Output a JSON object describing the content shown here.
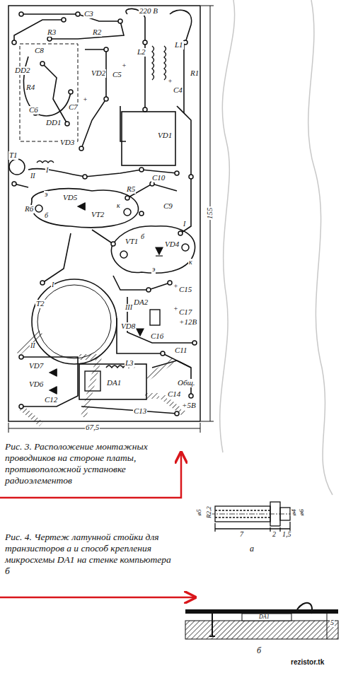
{
  "diagram": {
    "labels": [
      "R3",
      "C3",
      "R2",
      "220 В",
      "C8",
      "L2",
      "L1",
      "R1",
      "DD2",
      "R4",
      "VD2",
      "C5",
      "+",
      "C4",
      "+",
      "C6",
      "C7",
      "+",
      "DD1",
      "VD3",
      "VD1",
      "T1",
      "II",
      "I",
      "C10",
      "R5",
      "C9",
      "VD5",
      "R6",
      "б",
      "э",
      "VT2",
      "к",
      "I",
      "VT1",
      "VD4",
      "б",
      "э",
      "к",
      "T2",
      "I",
      "III",
      "II",
      "+",
      "C15",
      "DA2",
      "+",
      "C17",
      "+12В",
      "VD8",
      "C16",
      "C11",
      "VD7",
      "L3",
      "VD6",
      "DA1",
      "Общ.",
      "C14",
      "+5В",
      "C12",
      "C13",
      "155",
      "67,5",
      "Рис. 3. Расположение монтажных проводников на стороне платы, противоположной установке радиоэлементов",
      "Рис. 4. Чертеж латунной стойки для транзисторов а и способ крепления микросхемы DA1 на стенке компьютера б",
      "ø5",
      "R2,2",
      "ø4",
      "ø6",
      "7",
      "2",
      "1,5",
      "а",
      "5",
      "DA1",
      "б",
      "rezistor.tk"
    ]
  }
}
